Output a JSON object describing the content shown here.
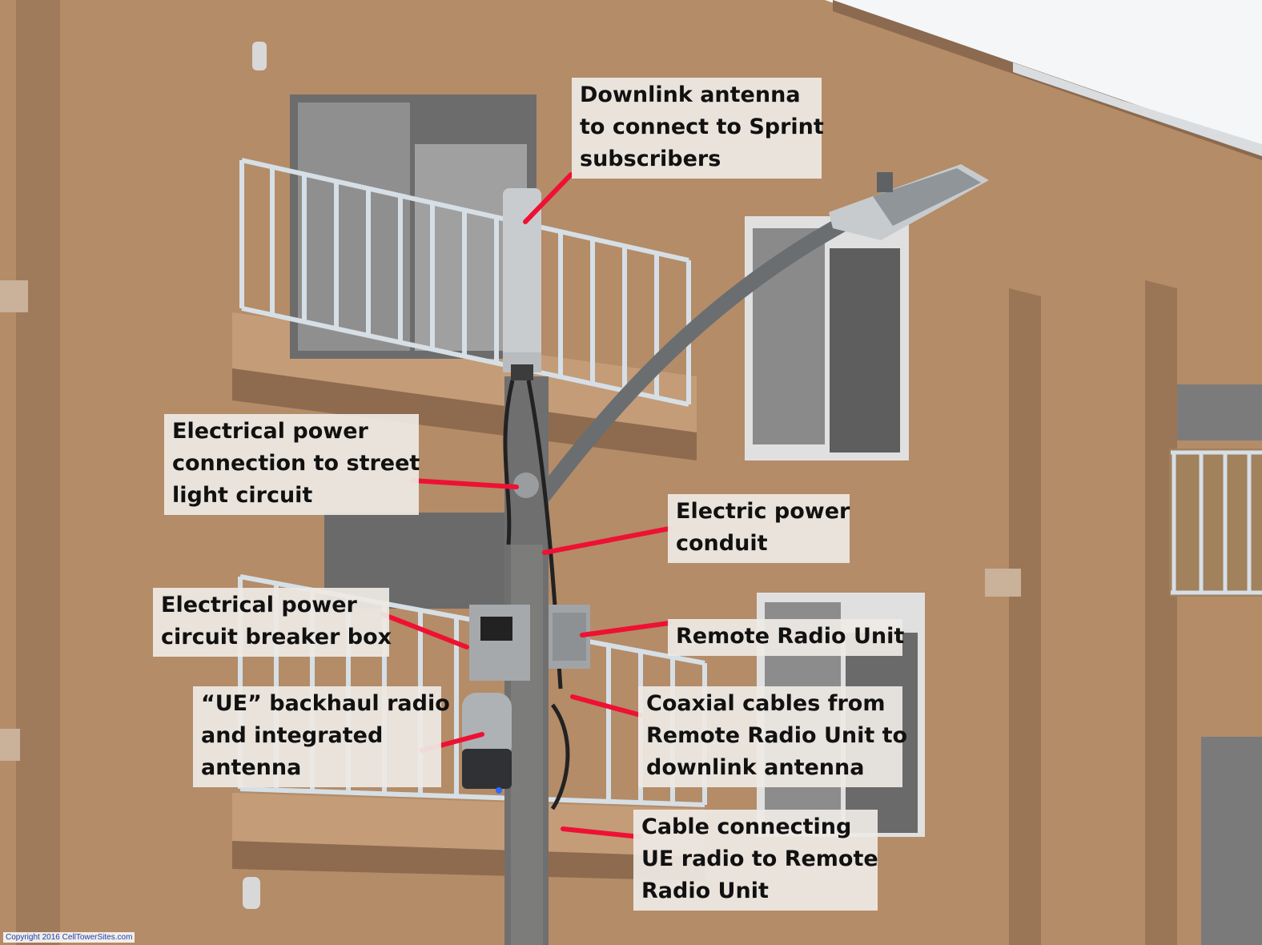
{
  "callouts": {
    "downlink_antenna": {
      "lines": [
        "Downlink antenna",
        "to connect to Sprint",
        "subscribers"
      ]
    },
    "power_connection": {
      "lines": [
        "Electrical power",
        "connection to street",
        "light circuit"
      ]
    },
    "power_conduit": {
      "lines": [
        "Electric power",
        "conduit"
      ]
    },
    "breaker_box": {
      "lines": [
        "Electrical power",
        "circuit breaker box"
      ]
    },
    "remote_radio_unit": {
      "lines": [
        "Remote Radio Unit"
      ]
    },
    "ue_backhaul": {
      "lines": [
        "“UE” backhaul radio",
        "and integrated",
        "antenna"
      ]
    },
    "coaxial_cables": {
      "lines": [
        "Coaxial cables from",
        "Remote Radio Unit to",
        "downlink antenna"
      ]
    },
    "ue_cable": {
      "lines": [
        "Cable connecting",
        "UE radio to Remote",
        "Radio Unit"
      ]
    }
  },
  "copyright": "Copyright 2016 CellTowerSites.com",
  "colors": {
    "wall": "#b48c68",
    "wall_shadow": "#9a7556",
    "sky": "#f4f6f8",
    "railing": "#d6dfe6",
    "pole": "#6f6f6f",
    "equipment": "#9fa3a6",
    "leader_line": "#ee1133",
    "label_bg": "#eeeae4"
  },
  "icons": [
    "antenna-icon",
    "street-light-icon",
    "breaker-box-icon",
    "radio-unit-icon",
    "ue-radio-icon"
  ]
}
